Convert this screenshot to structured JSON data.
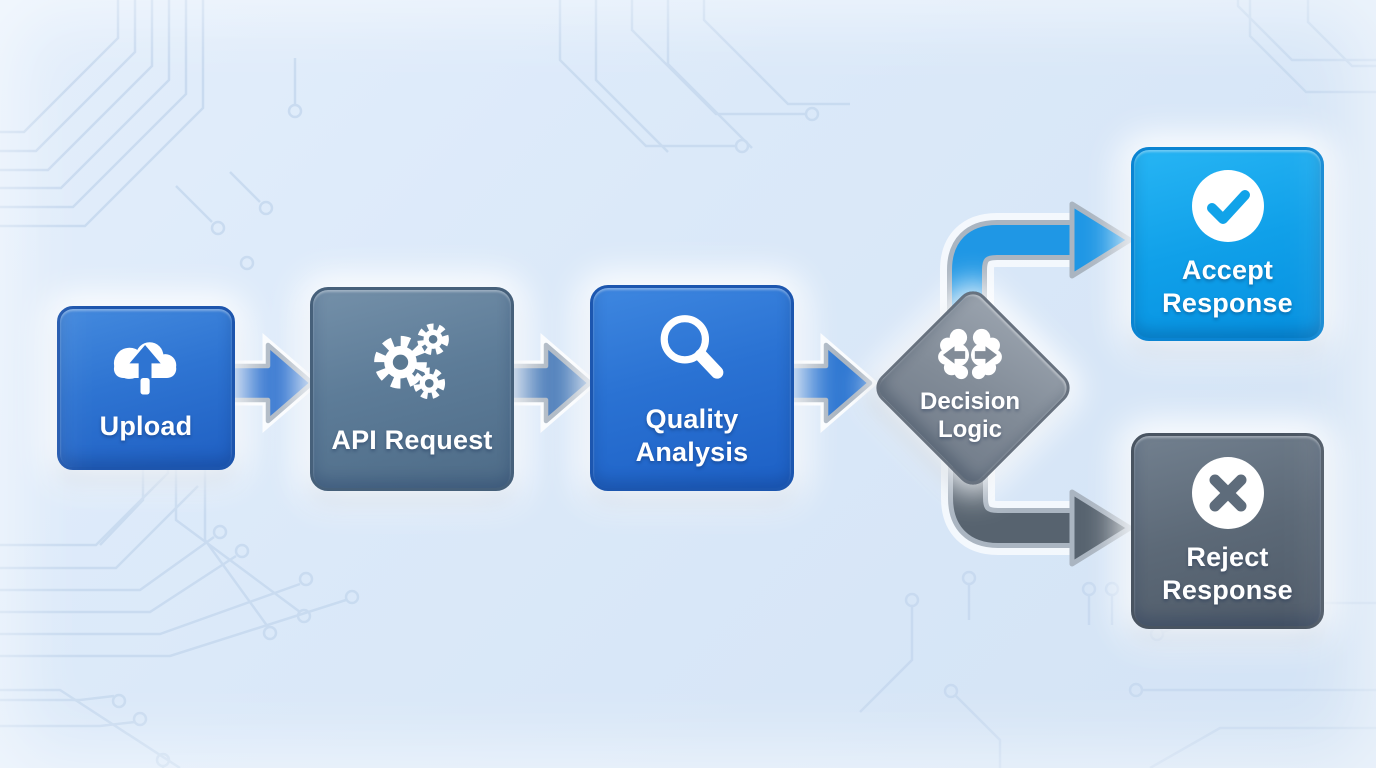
{
  "diagram": {
    "type": "flowchart",
    "background": {
      "color": "#dbe9f9",
      "pattern": "circuit-board-traces",
      "pattern_color": "#c6d9ef"
    },
    "nodes": [
      {
        "id": "upload",
        "label": "Upload",
        "shape": "rounded-square",
        "icon": "cloud-upload-icon",
        "fill": "#2e74d2"
      },
      {
        "id": "api-request",
        "label": "API Request",
        "shape": "rounded-square",
        "icon": "gears-icon",
        "fill": "#5d7c98"
      },
      {
        "id": "quality-analysis",
        "label": "Quality Analysis",
        "shape": "rounded-square",
        "icon": "magnifying-glass-icon",
        "fill": "#2a72d3"
      },
      {
        "id": "decision-logic",
        "label": "Decision Logic",
        "shape": "diamond",
        "icon": "brain-icon",
        "fill": "#828c98"
      },
      {
        "id": "accept-response",
        "label": "Accept Response",
        "shape": "rounded-square",
        "icon": "check-circle-icon",
        "fill": "#10a0e9"
      },
      {
        "id": "reject-response",
        "label": "Reject Response",
        "shape": "rounded-square",
        "icon": "x-circle-icon",
        "fill": "#5c6977"
      }
    ],
    "edges": [
      {
        "from": "upload",
        "to": "api-request",
        "style": "straight-arrow",
        "color": "#2e72cf"
      },
      {
        "from": "api-request",
        "to": "quality-analysis",
        "style": "straight-arrow",
        "color": "#4679b8"
      },
      {
        "from": "quality-analysis",
        "to": "decision-logic",
        "style": "straight-arrow",
        "color": "#2e77d2"
      },
      {
        "from": "decision-logic",
        "to": "accept-response",
        "style": "elbow-up-arrow",
        "color": "#1f97e5"
      },
      {
        "from": "decision-logic",
        "to": "reject-response",
        "style": "elbow-down-arrow",
        "color": "#57636f"
      }
    ],
    "edge_outline_color": "#aab5c1"
  }
}
